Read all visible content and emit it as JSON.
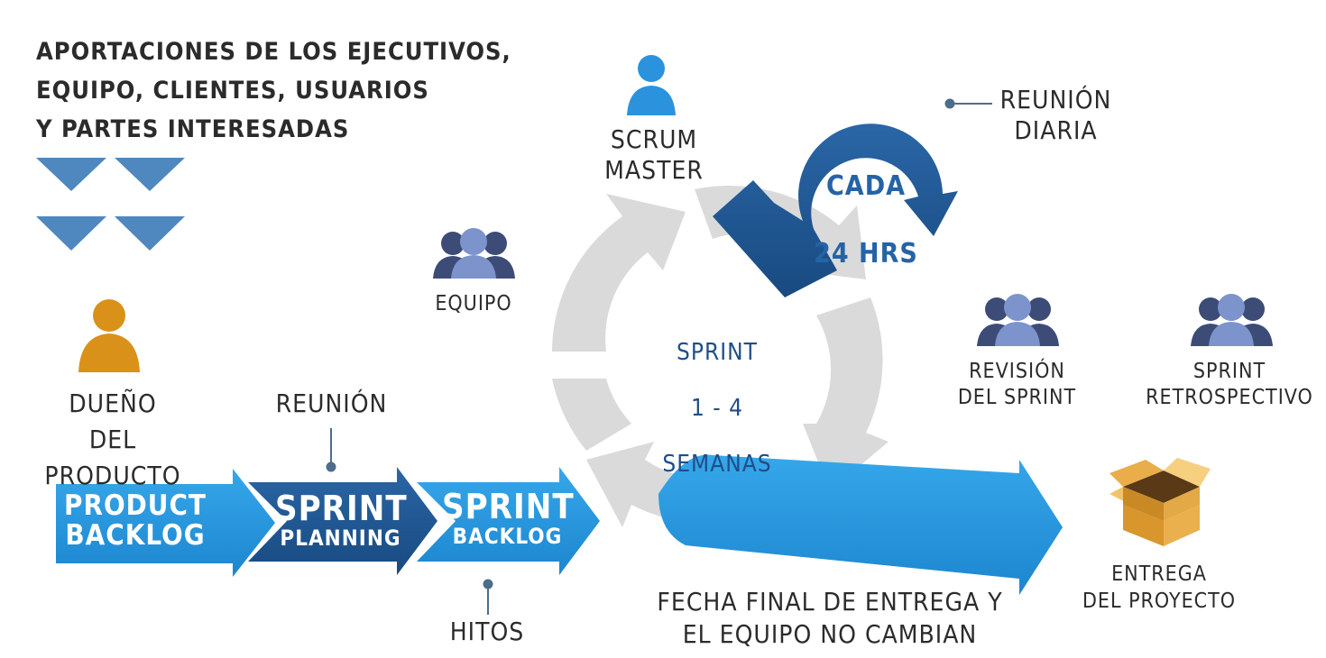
{
  "header": {
    "stakeholders": "APORTACIONES DE LOS EJECUTIVOS,\nEQUIPO, CLIENTES, USUARIOS\nY PARTES INTERESADAS"
  },
  "roles": {
    "scrum_master": "SCRUM MASTER",
    "team": "EQUIPO",
    "product_owner": "DUEÑO\nDEL PRODUCTO",
    "sprint_review": "REVISIÓN\nDEL SPRINT",
    "sprint_retro": "SPRINT\nRETROSPECTIVO"
  },
  "daily": {
    "label": "REUNIÓN\nDIARIA",
    "cycle_line1": "CADA",
    "cycle_line2": "24 HRS"
  },
  "sprint": {
    "line1": "SPRINT",
    "line2": "1 - 4",
    "line3": "SEMANAS"
  },
  "flow": {
    "product_backlog_1": "PRODUCT",
    "product_backlog_2": "BACKLOG",
    "sprint_planning_1": "SPRINT",
    "sprint_planning_2": "PLANNING",
    "sprint_backlog_1": "SPRINT",
    "sprint_backlog_2": "BACKLOG"
  },
  "annotations": {
    "meeting": "REUNIÓN",
    "milestones": "HITOS",
    "fixed_scope": "FECHA FINAL DE ENTREGA Y\nEL EQUIPO NO CAMBIAN",
    "delivery": "ENTREGA\nDEL PROYECTO"
  },
  "colors": {
    "light_blue": "#2a9be0",
    "dark_blue": "#1d5592",
    "triangle_blue": "#4f87bf",
    "owner_orange": "#dc9318",
    "gray_cycle": "#d9d9d9",
    "person_blue": "#6c86c2"
  }
}
